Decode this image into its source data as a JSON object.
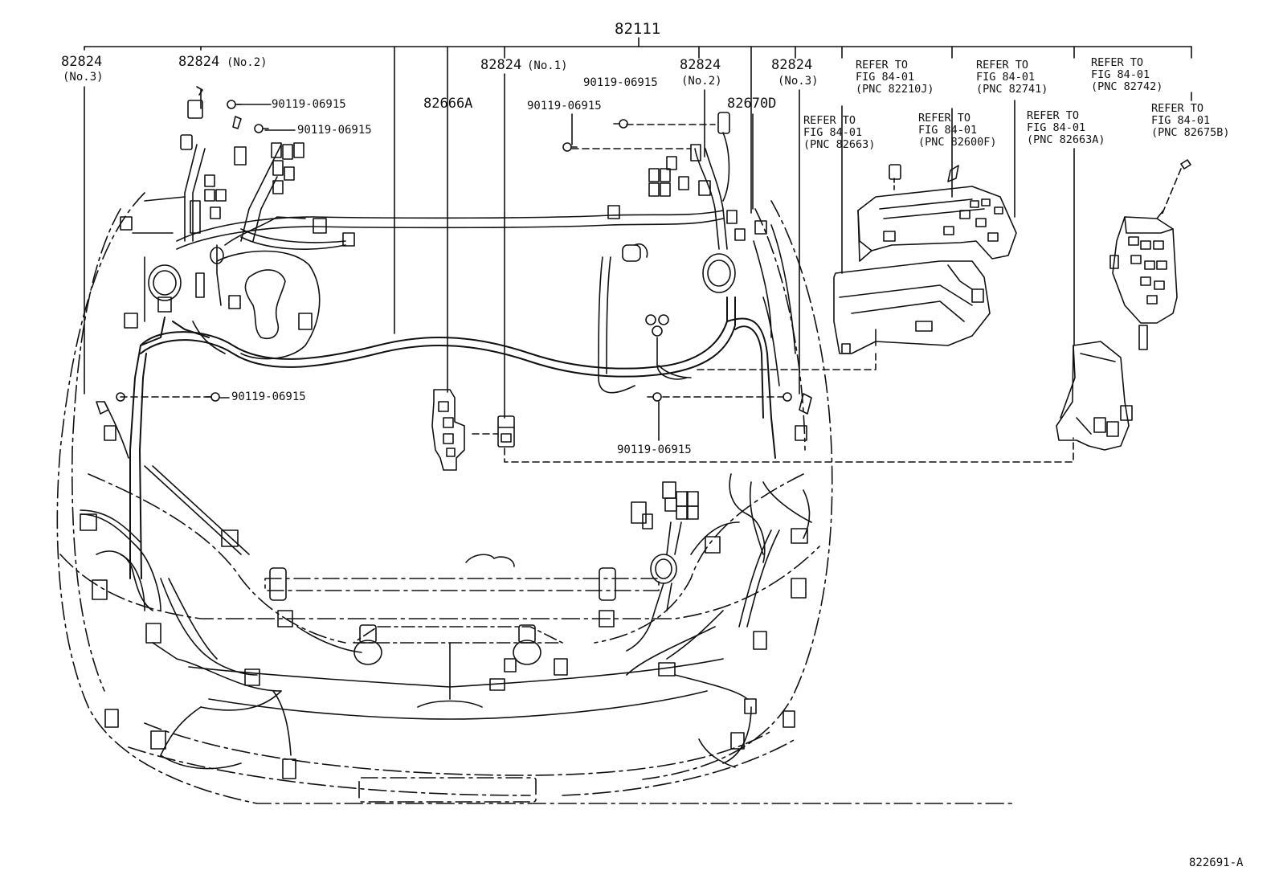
{
  "top_part": "82111",
  "labels": {
    "p82824_left_num": "82824",
    "p82824_left_sub": "(No.3)",
    "p82824_no2_num": "82824",
    "p82824_no2_sub": "(No.2)",
    "p82824_no1_num": "82824",
    "p82824_no1_sub": "(No.1)",
    "p82824_mid_no2_num": "82824",
    "p82824_mid_no2_sub": "(No.2)",
    "p82824_right_num": "82824",
    "p82824_right_sub": "(No.3)",
    "p82666A": "82666A",
    "p82670D": "82670D",
    "bolt_a": "90119-06915",
    "bolt_b": "90119-06915",
    "bolt_c": "90119-06915",
    "bolt_d": "90119-06915",
    "bolt_e": "90119-06915",
    "bolt_f": "90119-06915"
  },
  "refer_blocks": [
    "REFER TO\nFIG 84-01\n(PNC 82663)",
    "REFER TO\nFIG 84-01\n(PNC 82210J)",
    "REFER TO\nFIG 84-01\n(PNC 82600F)",
    "REFER TO\nFIG 84-01\n(PNC 82741)",
    "REFER TO\nFIG 84-01\n(PNC 82663A)",
    "REFER TO\nFIG 84-01\n(PNC 82742)",
    "REFER TO\nFIG 84-01\n(PNC 82675B)"
  ],
  "figure_code": "822691-A"
}
